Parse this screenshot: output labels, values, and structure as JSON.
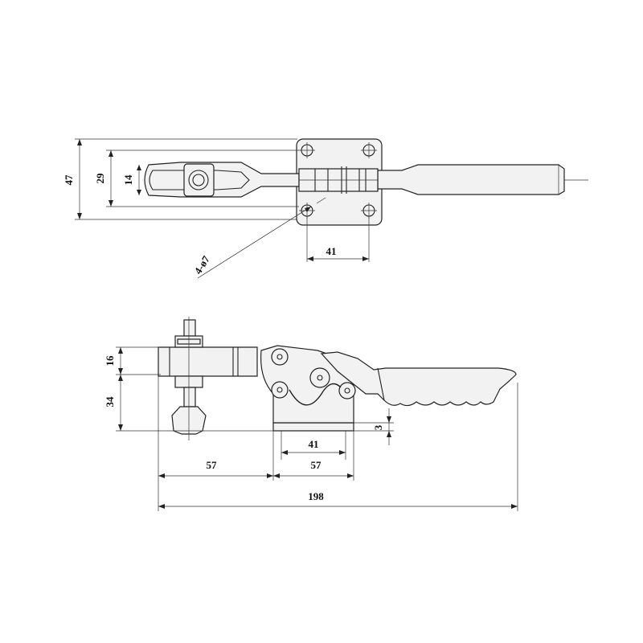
{
  "top_view": {
    "dim_overall_height": "47",
    "dim_hole_spacing": "29",
    "dim_bar_height": "14",
    "dim_base_width": "41",
    "dim_holes": "4-ø7"
  },
  "side_view": {
    "dim_upper": "16",
    "dim_lower": "34",
    "dim_plate_thickness": "3",
    "dim_base_width": "41",
    "dim_reach": "57",
    "dim_base_length": "57",
    "dim_total_length": "198"
  },
  "colors": {
    "line": "#222222",
    "fill": "#f2f2f2"
  }
}
